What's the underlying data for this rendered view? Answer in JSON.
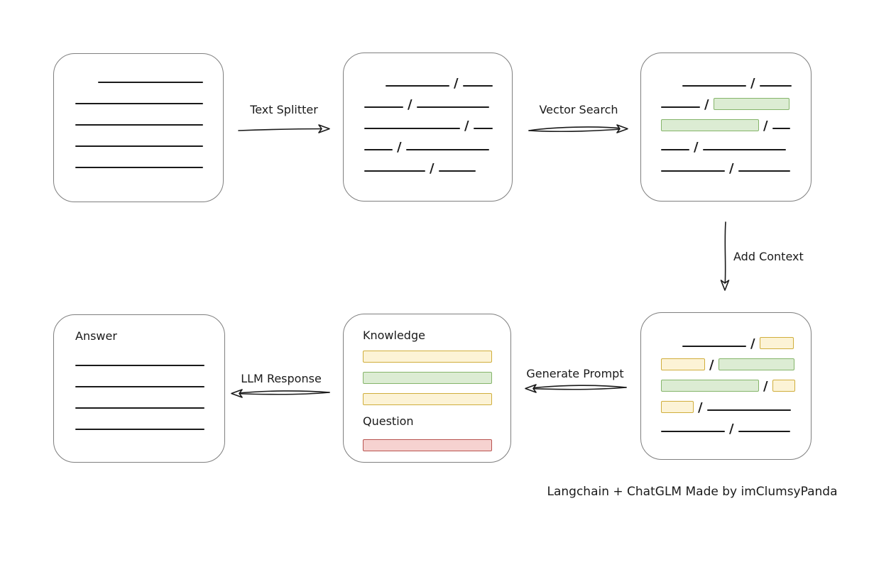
{
  "caption": "Langchain + ChatGLM Made by imClumsyPanda",
  "colors": {
    "line_color": "#1a1a1a",
    "box_border": "#7f7f7f",
    "green_fill": "#dcecd3",
    "green_border": "#85b56a",
    "yellow_fill": "#fcf3d6",
    "yellow_border": "#d0ae3c",
    "red_fill": "#f6d2d0",
    "red_border": "#b85450"
  },
  "arrows": {
    "text_splitter": {
      "label": "Text Splitter"
    },
    "vector_search": {
      "label": "Vector Search"
    },
    "add_context": {
      "label": "Add Context"
    },
    "generate_prompt": {
      "label": "Generate Prompt"
    },
    "llm_response": {
      "label": "LLM Response"
    }
  },
  "nodes": {
    "source_document": {
      "rows": [
        {
          "items": [
            {
              "t": "gap",
              "w": 32
            },
            {
              "t": "line",
              "w": 148
            }
          ]
        },
        {
          "items": [
            {
              "t": "line",
              "w": 180
            }
          ]
        },
        {
          "items": [
            {
              "t": "line",
              "w": 180
            }
          ]
        },
        {
          "items": [
            {
              "t": "line",
              "w": 180
            }
          ]
        },
        {
          "items": [
            {
              "t": "line",
              "w": 180
            }
          ]
        }
      ]
    },
    "split_text": {
      "rows": [
        {
          "items": [
            {
              "t": "gap",
              "w": 30
            },
            {
              "t": "line",
              "w": 90
            },
            {
              "t": "slash"
            },
            {
              "t": "line",
              "w": 42
            }
          ]
        },
        {
          "items": [
            {
              "t": "line",
              "w": 55
            },
            {
              "t": "slash"
            },
            {
              "t": "line",
              "w": 102
            }
          ]
        },
        {
          "items": [
            {
              "t": "line",
              "w": 135
            },
            {
              "t": "slash"
            },
            {
              "t": "line",
              "w": 27
            }
          ]
        },
        {
          "items": [
            {
              "t": "line",
              "w": 40
            },
            {
              "t": "slash"
            },
            {
              "t": "line",
              "w": 117
            }
          ]
        },
        {
          "items": [
            {
              "t": "line",
              "w": 86
            },
            {
              "t": "slash"
            },
            {
              "t": "line",
              "w": 52
            }
          ]
        }
      ]
    },
    "vector_matches": {
      "rows": [
        {
          "items": [
            {
              "t": "gap",
              "w": 30
            },
            {
              "t": "line",
              "w": 90
            },
            {
              "t": "slash"
            },
            {
              "t": "line",
              "w": 45
            }
          ]
        },
        {
          "items": [
            {
              "t": "line",
              "w": 55
            },
            {
              "t": "slash"
            },
            {
              "t": "chip",
              "c": "green",
              "w": 107
            }
          ]
        },
        {
          "items": [
            {
              "t": "chip",
              "c": "green",
              "w": 138
            },
            {
              "t": "slash"
            },
            {
              "t": "line",
              "w": 25
            }
          ]
        },
        {
          "items": [
            {
              "t": "line",
              "w": 40
            },
            {
              "t": "slash"
            },
            {
              "t": "line",
              "w": 117
            }
          ]
        },
        {
          "items": [
            {
              "t": "line",
              "w": 90
            },
            {
              "t": "slash"
            },
            {
              "t": "line",
              "w": 73
            }
          ]
        }
      ]
    },
    "context_chunks": {
      "rows": [
        {
          "items": [
            {
              "t": "gap",
              "w": 30
            },
            {
              "t": "line",
              "w": 90
            },
            {
              "t": "slash"
            },
            {
              "t": "chip",
              "c": "yellow",
              "w": 48
            }
          ]
        },
        {
          "items": [
            {
              "t": "chip",
              "c": "yellow",
              "w": 62
            },
            {
              "t": "slash"
            },
            {
              "t": "chip",
              "c": "green",
              "w": 107
            }
          ]
        },
        {
          "items": [
            {
              "t": "chip",
              "c": "green",
              "w": 138
            },
            {
              "t": "slash"
            },
            {
              "t": "chip",
              "c": "yellow",
              "w": 32
            }
          ]
        },
        {
          "items": [
            {
              "t": "chip",
              "c": "yellow",
              "w": 46
            },
            {
              "t": "slash"
            },
            {
              "t": "line",
              "w": 118
            }
          ]
        },
        {
          "items": [
            {
              "t": "line",
              "w": 90
            },
            {
              "t": "slash"
            },
            {
              "t": "line",
              "w": 73
            }
          ]
        }
      ]
    },
    "prompt": {
      "rows": [
        {
          "h": 24,
          "items": [
            {
              "t": "label",
              "text": "Knowledge",
              "name": "knowledge-label"
            }
          ]
        },
        {
          "h": 17,
          "mt": 10,
          "items": [
            {
              "t": "chip",
              "c": "yellow",
              "w": 182
            }
          ]
        },
        {
          "h": 17,
          "mt": 13,
          "items": [
            {
              "t": "chip",
              "c": "green",
              "w": 182
            }
          ]
        },
        {
          "h": 17,
          "mt": 13,
          "items": [
            {
              "t": "chip",
              "c": "yellow",
              "w": 182
            }
          ]
        },
        {
          "h": 24,
          "mt": 10,
          "items": [
            {
              "t": "label",
              "text": "Question",
              "name": "question-label"
            }
          ]
        },
        {
          "h": 17,
          "mt": 14,
          "items": [
            {
              "t": "chip",
              "c": "red",
              "w": 182
            }
          ]
        }
      ]
    },
    "answer": {
      "rows": [
        {
          "h": 24,
          "items": [
            {
              "t": "label",
              "text": "Answer",
              "name": "answer-label"
            }
          ]
        },
        {
          "mt": 4,
          "items": [
            {
              "t": "line",
              "w": 182
            }
          ]
        },
        {
          "items": [
            {
              "t": "line",
              "w": 182
            }
          ]
        },
        {
          "items": [
            {
              "t": "line",
              "w": 182
            }
          ]
        },
        {
          "items": [
            {
              "t": "line",
              "w": 182
            }
          ]
        }
      ]
    }
  }
}
